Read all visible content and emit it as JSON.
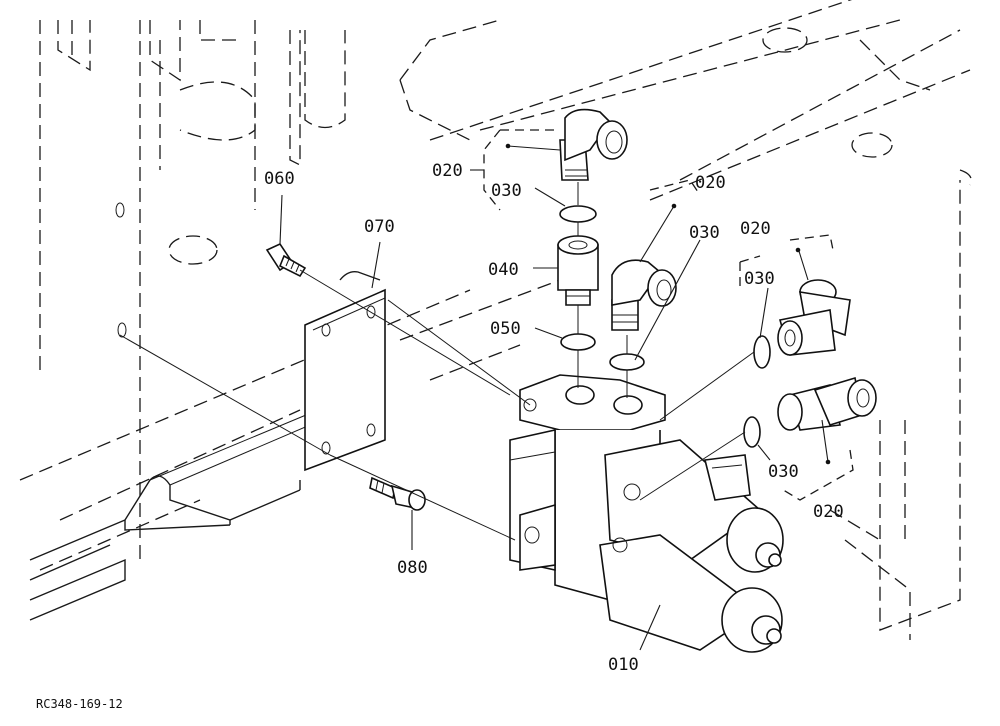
{
  "labels": {
    "p010": "010",
    "p020a": "020",
    "p020b": "020",
    "p020c": "020",
    "p020d": "020",
    "p030a": "030",
    "p030b": "030",
    "p030c": "030",
    "p030d": "030",
    "p040": "040",
    "p050": "050",
    "p060": "060",
    "p070": "070",
    "p080": "080"
  },
  "reference": "RC348-169-12"
}
